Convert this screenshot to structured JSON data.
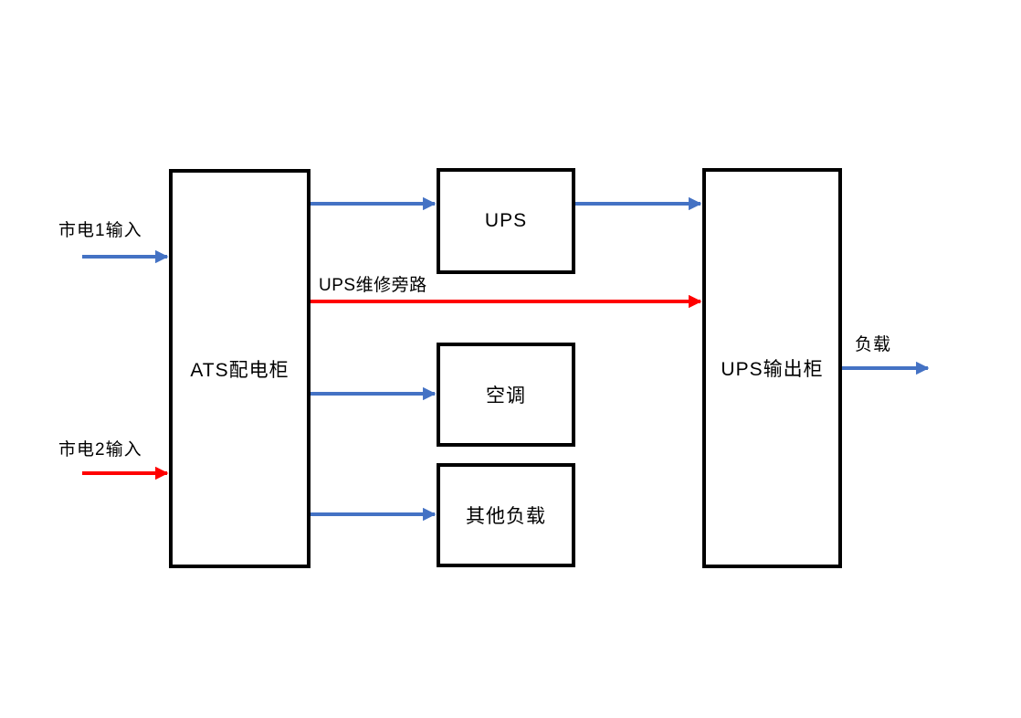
{
  "diagram": {
    "colors": {
      "line_blue": "#4472C4",
      "line_red": "#FF0000",
      "box_border": "#000000",
      "background": "#FFFFFF",
      "text": "#000000"
    },
    "nodes": {
      "ats": {
        "label": "ATS配电柜"
      },
      "ups": {
        "label": "UPS"
      },
      "ac": {
        "label": "空调"
      },
      "other_load": {
        "label": "其他负载"
      },
      "ups_output": {
        "label": "UPS输出柜"
      }
    },
    "edges": {
      "mains1": {
        "label": "市电1输入",
        "color": "blue",
        "from": "external",
        "to": "ats"
      },
      "mains2": {
        "label": "市电2输入",
        "color": "red",
        "from": "external",
        "to": "ats"
      },
      "ats_to_ups": {
        "label": "",
        "color": "blue",
        "from": "ats",
        "to": "ups"
      },
      "ups_to_output": {
        "label": "",
        "color": "blue",
        "from": "ups",
        "to": "ups_output"
      },
      "bypass": {
        "label": "UPS维修旁路",
        "color": "red",
        "from": "ats",
        "to": "ups_output"
      },
      "ats_to_ac": {
        "label": "",
        "color": "blue",
        "from": "ats",
        "to": "ac"
      },
      "ats_to_other": {
        "label": "",
        "color": "blue",
        "from": "ats",
        "to": "other_load"
      },
      "load_out": {
        "label": "负载",
        "color": "blue",
        "from": "ups_output",
        "to": "external"
      }
    }
  }
}
